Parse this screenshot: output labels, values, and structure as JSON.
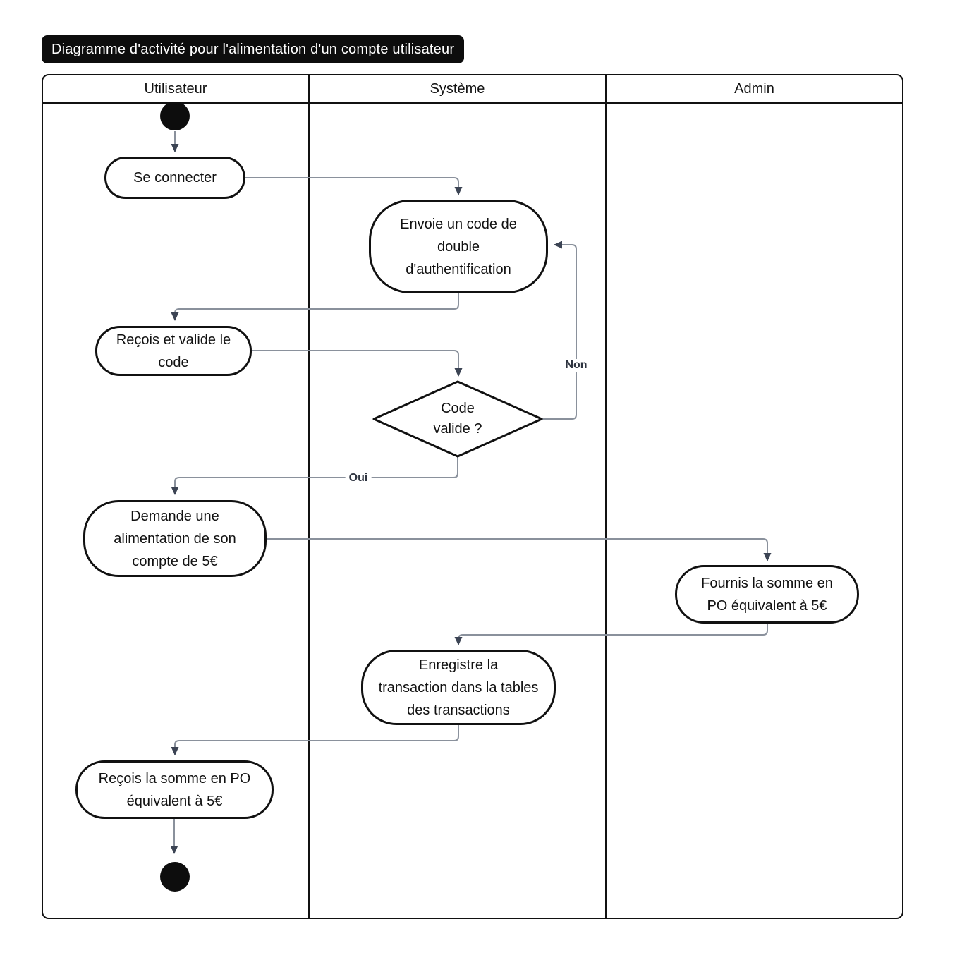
{
  "title": "Diagramme d'activité pour l'alimentation d'un compte utilisateur",
  "lanes": [
    {
      "label": "Utilisateur"
    },
    {
      "label": "Système"
    },
    {
      "label": "Admin"
    }
  ],
  "nodes": {
    "start": {
      "type": "initial",
      "lane": "Utilisateur"
    },
    "se_connecter": {
      "text": "Se connecter",
      "lane": "Utilisateur"
    },
    "envoie_code": {
      "text": "Envoie un code de\ndouble\nd'authentification",
      "lane": "Système"
    },
    "recois_valide": {
      "text": "Reçois et valide le\ncode",
      "lane": "Utilisateur"
    },
    "code_valide": {
      "text": "Code\nvalide ?",
      "type": "decision",
      "lane": "Système"
    },
    "demande_alimentation": {
      "text": "Demande une\nalimentation de son\ncompte de 5€",
      "lane": "Utilisateur"
    },
    "fournis_somme": {
      "text": "Fournis la somme en\nPO équivalent à 5€",
      "lane": "Admin"
    },
    "enregistre_transaction": {
      "text": "Enregistre la\ntransaction dans la tables\ndes transactions",
      "lane": "Système"
    },
    "recois_somme": {
      "text": "Reçois la somme en PO\néquivalent à 5€",
      "lane": "Utilisateur"
    },
    "end": {
      "type": "final",
      "lane": "Utilisateur"
    }
  },
  "edge_labels": {
    "oui": "Oui",
    "non": "Non"
  },
  "colors": {
    "node_border": "#111111",
    "node_fill": "#ffffff",
    "edge_line": "#8a919c",
    "arrowhead": "#3c4454",
    "title_bg": "#0d0d0d",
    "title_text": "#ffffff"
  }
}
